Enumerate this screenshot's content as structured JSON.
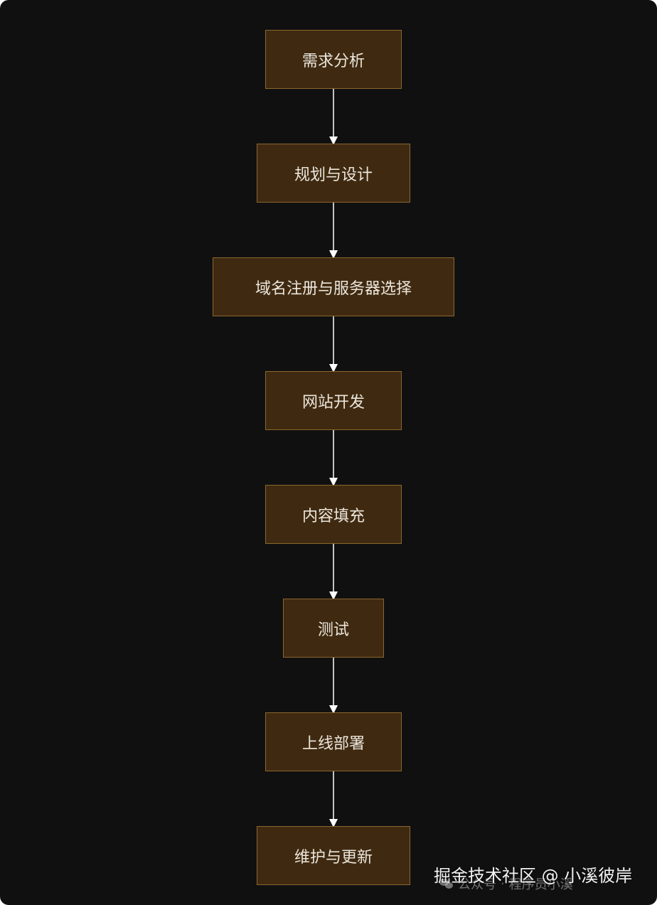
{
  "flowchart": {
    "nodes": [
      {
        "id": "n1",
        "label": "需求分析"
      },
      {
        "id": "n2",
        "label": "规划与设计"
      },
      {
        "id": "n3",
        "label": "域名注册与服务器选择"
      },
      {
        "id": "n4",
        "label": "网站开发"
      },
      {
        "id": "n5",
        "label": "内容填充"
      },
      {
        "id": "n6",
        "label": "测试"
      },
      {
        "id": "n7",
        "label": "上线部署"
      },
      {
        "id": "n8",
        "label": "维护与更新"
      }
    ],
    "edges": [
      {
        "from": "n1",
        "to": "n2"
      },
      {
        "from": "n2",
        "to": "n3"
      },
      {
        "from": "n3",
        "to": "n4"
      },
      {
        "from": "n4",
        "to": "n5"
      },
      {
        "from": "n5",
        "to": "n6"
      },
      {
        "from": "n6",
        "to": "n7"
      },
      {
        "from": "n7",
        "to": "n8"
      }
    ]
  },
  "watermark": {
    "main": "掘金技术社区 @ 小溪彼岸",
    "sub_account": "公众号",
    "sub_name": "程序员小溪"
  },
  "colors": {
    "background": "#101010",
    "node_fill": "#3f2a11",
    "node_border": "#8a6630",
    "node_text": "#ece6dc",
    "edge": "#ffffff"
  }
}
